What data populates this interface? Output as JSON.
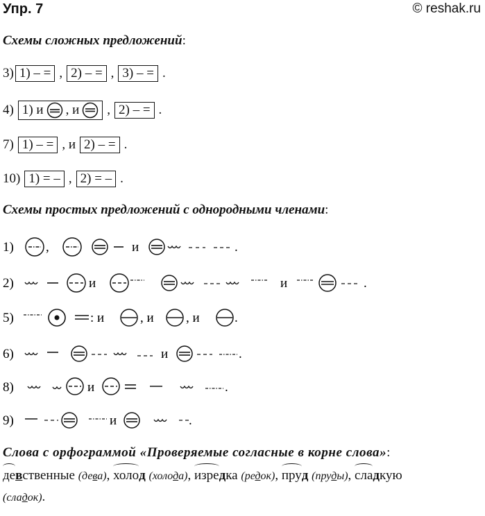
{
  "header": {
    "title": "Упр. 7",
    "copyright": "© reshak.ru"
  },
  "section1": {
    "heading": "Схемы сложных предложений",
    "colon": ":",
    "rows": [
      {
        "label": "3)",
        "boxes": [
          "1) – =",
          "2) – =",
          "3) – ="
        ],
        "end": "."
      },
      {
        "label": "4)",
        "box1_a": "1) и",
        "box1_b": ", и",
        "box2": "2) – =",
        "end": "."
      },
      {
        "label": "7)",
        "box1": "1) – =",
        "sep": ", и",
        "box2": "2) – =",
        "end": "."
      },
      {
        "label": "10)",
        "box1": "1) = –",
        "sep": ",",
        "box2": "2) = –",
        "end": "."
      }
    ]
  },
  "section2": {
    "heading": "Схемы простых предложений с однородными членами",
    "colon": ":",
    "labels": [
      "1)",
      "2)",
      "5)",
      "6)",
      "8)",
      "9)"
    ],
    "and": "и",
    "comma_and": ", и",
    "colon_and": ": и",
    "comma": ",",
    "period": "."
  },
  "section3": {
    "heading": "Слова с орфограммой «Проверяемые согласные в корне слова»",
    "colon": ":",
    "w1_pre": "де",
    "w1_b": "в",
    "w1_post": "ственные",
    "n1_a": "(де",
    "n1_u": "в",
    "n1_b": "а)",
    "w2_pre": "холо",
    "w2_b": "д",
    "n2_a": "(холо",
    "n2_u": "д",
    "n2_b": "а)",
    "w3_pre": "изре",
    "w3_b": "д",
    "w3_post": "ка",
    "n3_a": "(ре",
    "n3_u": "д",
    "n3_b": "ок)",
    "w4_pre": "пру",
    "w4_b": "д",
    "n4_a": "(пру",
    "n4_u": "д",
    "n4_b": "ы)",
    "w5_pre": "сла",
    "w5_b": "д",
    "w5_post": "кую",
    "n5_a": "(сла",
    "n5_u": "д",
    "n5_b": "ок)",
    "sep": ",",
    "end": "."
  }
}
